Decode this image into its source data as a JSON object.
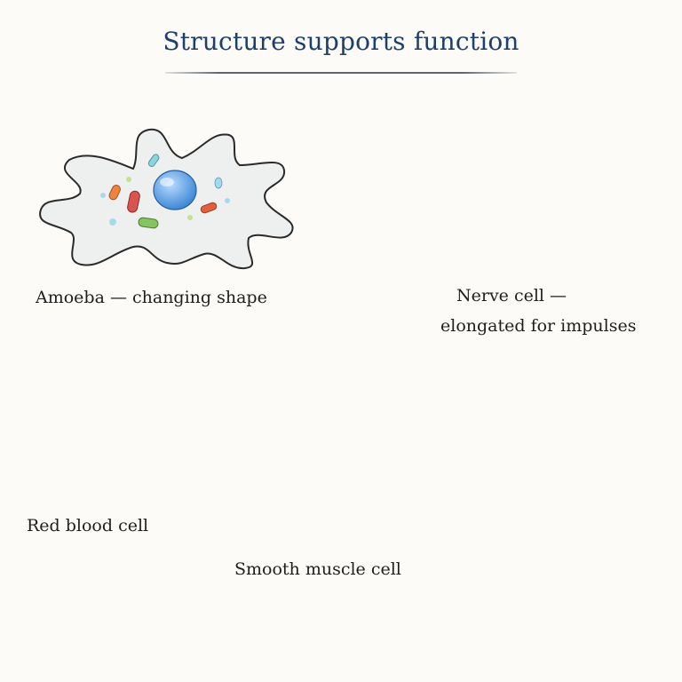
{
  "title": "Structure supports function",
  "cells": [
    {
      "id": "amoeba",
      "label": "Amoeba — changing shape"
    },
    {
      "id": "nerve",
      "label_line1": "Nerve cell —",
      "label_line2": "elongated for  impulses"
    },
    {
      "id": "rbc",
      "label": "Red blood cell"
    },
    {
      "id": "muscle",
      "label": "Smooth muscle cell"
    },
    {
      "id": "egg",
      "label": ""
    },
    {
      "id": "sperm",
      "label": ""
    }
  ],
  "colors": {
    "title": "#1d3f6e",
    "amoeba_body": "#eef0f0",
    "amoeba_nucleus": "#5aa0e0",
    "neuron": "#7ab4dc",
    "neuron_nucleus": "#3f78c8",
    "rbc": "#d7282a",
    "muscle": "#ef8f80",
    "egg_zona": "#e88a86",
    "egg_cytoplasm": "#f6c6ba",
    "egg_nucleus": "#c24f78",
    "sperm": "#5b9ad8"
  }
}
